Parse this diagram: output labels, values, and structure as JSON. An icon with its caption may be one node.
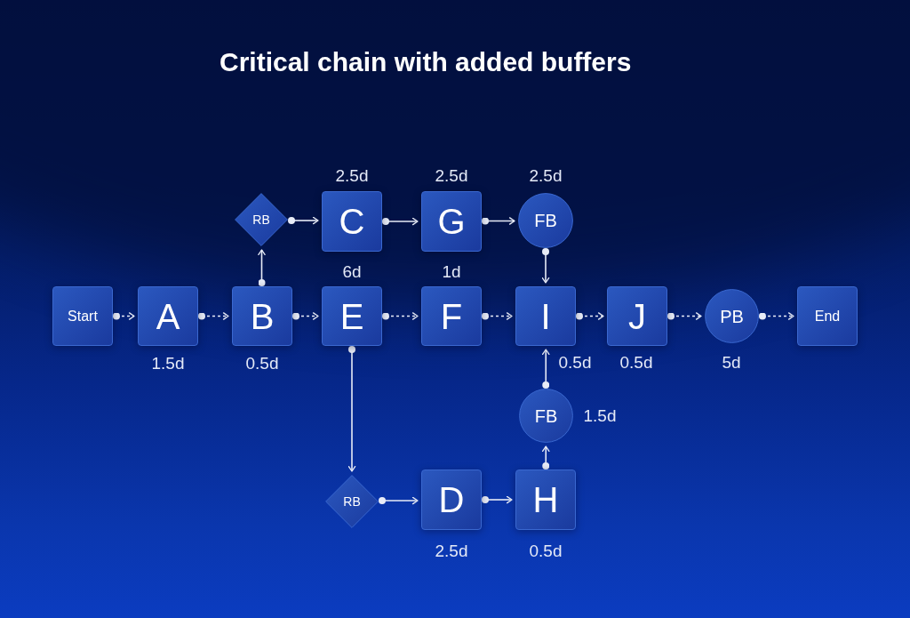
{
  "diagram": {
    "title": "Critical chain with added buffers",
    "nodes": [
      {
        "text": [
          "RB"
        ]
      },
      {
        "text": [
          "C"
        ],
        "beside": [
          "2.5d"
        ]
      },
      {
        "text": [
          "G"
        ],
        "beside": [
          "2.5d"
        ]
      },
      {
        "text": [
          "FB"
        ],
        "beside": [
          "2.5d"
        ]
      },
      {
        "text": [
          "Start"
        ]
      },
      {
        "text": [
          "A"
        ],
        "beside": [
          "1.5d"
        ]
      },
      {
        "text": [
          "B"
        ],
        "beside": [
          "0.5d"
        ]
      },
      {
        "text": [
          "E"
        ],
        "beside": [
          "6d"
        ]
      },
      {
        "text": [
          "F"
        ],
        "beside": [
          "1d"
        ]
      },
      {
        "text": [
          "I"
        ],
        "beside": [
          "0.5d"
        ]
      },
      {
        "text": [
          "J"
        ],
        "beside": [
          "0.5d"
        ]
      },
      {
        "text": [
          "PB"
        ],
        "beside": [
          "5d"
        ]
      },
      {
        "text": [
          "End"
        ]
      },
      {
        "text": [
          "FB"
        ],
        "beside": [
          "1.5d"
        ]
      },
      {
        "text": [
          "RB"
        ]
      },
      {
        "text": [
          "D"
        ],
        "beside": [
          "2.5d"
        ]
      },
      {
        "text": [
          "H"
        ],
        "beside": [
          "0.5d"
        ]
      }
    ],
    "edges": [
      {
        "from": 4,
        "to": 5,
        "arrow": "to",
        "style": "dashed"
      },
      {
        "from": 5,
        "to": 6,
        "arrow": "to",
        "style": "dashed"
      },
      {
        "from": 6,
        "to": 7,
        "arrow": "to",
        "style": "dashed"
      },
      {
        "from": 7,
        "to": 8,
        "arrow": "to",
        "style": "dashed"
      },
      {
        "from": 8,
        "to": 9,
        "arrow": "to",
        "style": "dashed"
      },
      {
        "from": 9,
        "to": 10,
        "arrow": "to",
        "style": "dashed"
      },
      {
        "from": 10,
        "to": 11,
        "arrow": "to",
        "style": "dashed"
      },
      {
        "from": 11,
        "to": 12,
        "arrow": "to",
        "style": "dashed"
      },
      {
        "from": 6,
        "to": 0,
        "arrow": "to"
      },
      {
        "from": 0,
        "to": 1,
        "arrow": "to"
      },
      {
        "from": 1,
        "to": 2,
        "arrow": "to"
      },
      {
        "from": 2,
        "to": 3,
        "arrow": "to"
      },
      {
        "from": 3,
        "to": 9,
        "arrow": "to"
      },
      {
        "from": 7,
        "to": 14,
        "arrow": "to"
      },
      {
        "from": 14,
        "to": 15,
        "arrow": "to"
      },
      {
        "from": 15,
        "to": 16,
        "arrow": "to"
      },
      {
        "from": 16,
        "to": 13,
        "arrow": "to"
      },
      {
        "from": 13,
        "to": 9,
        "arrow": "to"
      }
    ]
  }
}
